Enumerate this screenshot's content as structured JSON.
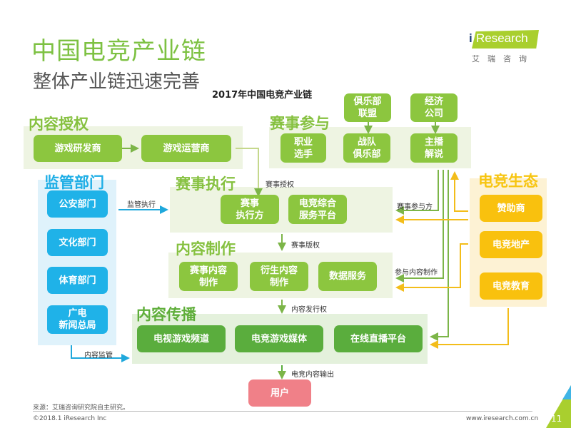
{
  "header": {
    "title": "中国电竞产业链",
    "subtitle": "整体产业链迅速完善",
    "chart_title": "2017年中国电竞产业链"
  },
  "logo": {
    "brand": "Research",
    "brand_i": "i",
    "brand_cn": "艾瑞咨询"
  },
  "sections": {
    "content_license": {
      "label": "内容授权",
      "items": [
        "游戏研发商",
        "游戏运营商"
      ]
    },
    "event_participation": {
      "label": "赛事参与",
      "items": [
        "职业\n选手",
        "战队\n俱乐部",
        "主播\n解说"
      ],
      "upstream": [
        "俱乐部\n联盟",
        "经济\n公司"
      ]
    },
    "regulators": {
      "label": "监管部门",
      "items": [
        "公安部门",
        "文化部门",
        "体育部门",
        "广电\n新闻总局"
      ]
    },
    "event_execution": {
      "label": "赛事执行",
      "items": [
        "赛事\n执行方",
        "电竞综合\n服务平台"
      ]
    },
    "content_production": {
      "label": "内容制作",
      "items": [
        "赛事内容\n制作",
        "衍生内容\n制作",
        "数据服务"
      ]
    },
    "content_distribution": {
      "label": "内容传播",
      "items": [
        "电视游戏频道",
        "电竞游戏媒体",
        "在线直播平台"
      ]
    },
    "ecosystem": {
      "label": "电竞生态",
      "items": [
        "赞助商",
        "电竞地产",
        "电竞教育"
      ]
    },
    "user": {
      "label": "用户"
    }
  },
  "edges": {
    "event_license": "赛事授权",
    "regulation_exec": "监管执行",
    "event_participants": "赛事参与方",
    "event_copyright": "赛事版权",
    "content_participation": "参与内容制作",
    "distribution_rights": "内容发行权",
    "content_supervision": "内容监管",
    "content_output": "电竞内容输出"
  },
  "footer": {
    "source": "来源：艾瑞咨询研究院自主研究。",
    "copyright": "©2018.1 iResearch Inc",
    "url": "www.iresearch.com.cn",
    "page": "11"
  },
  "colors": {
    "title_green": "#7dc142",
    "lime": "#8cc63f",
    "blue": "#1fb2e8",
    "yellow": "#f9c10e",
    "green": "#5aad3d",
    "pink": "#f08088"
  }
}
